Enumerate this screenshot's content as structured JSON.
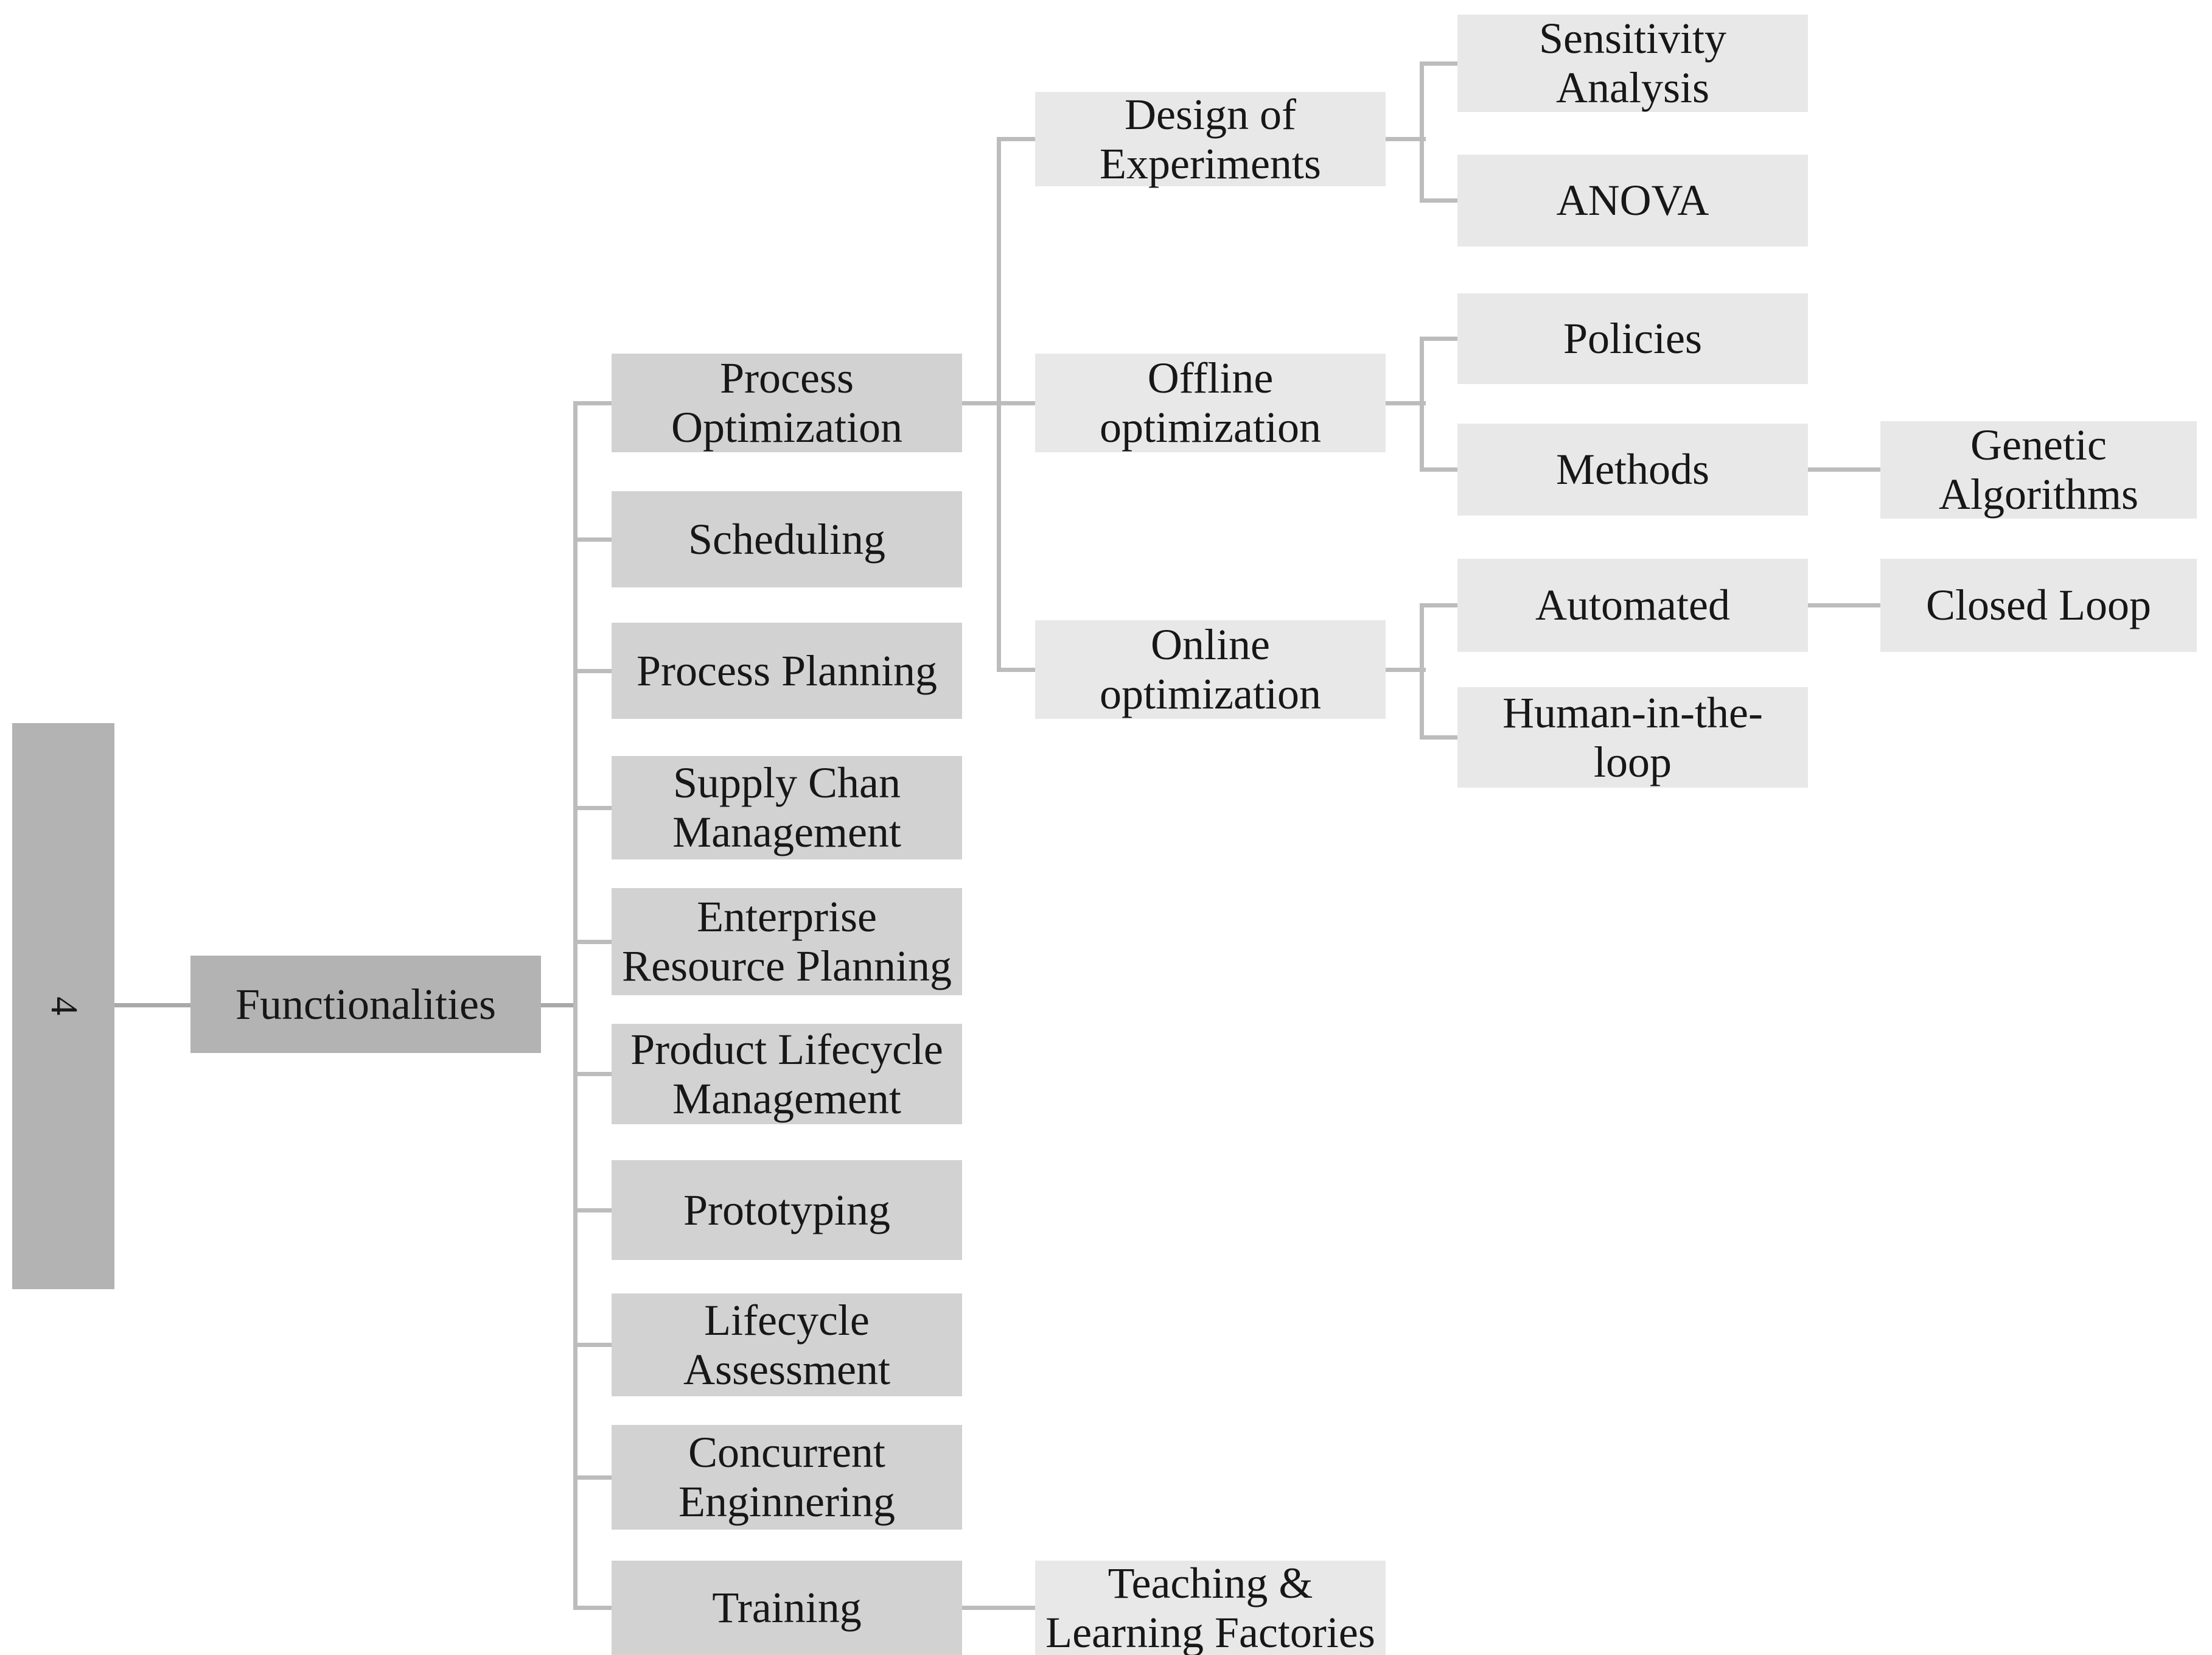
{
  "colors": {
    "level1_fill": "#b3b3b3",
    "level2_fill": "#d2d2d2",
    "level3_fill": "#e8e8e8",
    "connector": "#bcbcbc",
    "text": "#171717",
    "background": "#ffffff"
  },
  "nodes": {
    "root": {
      "label": "4",
      "children": [
        "functionalities"
      ]
    },
    "functionalities": {
      "label": "Functionalities",
      "children": [
        "process_optimization",
        "scheduling",
        "process_planning",
        "supply_chain_management",
        "enterprise_resource_planning",
        "product_lifecycle_management",
        "prototyping",
        "lifecycle_assessment",
        "concurrent_engineering",
        "training"
      ]
    },
    "process_optimization": {
      "label": "Process\nOptimization",
      "children": [
        "design_of_experiments",
        "offline_optimization",
        "online_optimization"
      ]
    },
    "scheduling": {
      "label": "Scheduling",
      "children": []
    },
    "process_planning": {
      "label": "Process Planning",
      "children": []
    },
    "supply_chain_management": {
      "label": "Supply Chan\nManagement",
      "children": []
    },
    "enterprise_resource_planning": {
      "label": "Enterprise\nResource Planning",
      "children": []
    },
    "product_lifecycle_management": {
      "label": "Product Lifecycle\nManagement",
      "children": []
    },
    "prototyping": {
      "label": "Prototyping",
      "children": []
    },
    "lifecycle_assessment": {
      "label": "Lifecycle\nAssessment",
      "children": []
    },
    "concurrent_engineering": {
      "label": "Concurrent\nEnginnering",
      "children": []
    },
    "training": {
      "label": "Training",
      "children": [
        "teaching_learning_factories"
      ]
    },
    "design_of_experiments": {
      "label": "Design of\nExperiments",
      "children": [
        "sensitivity_analysis",
        "anova"
      ]
    },
    "offline_optimization": {
      "label": "Offline\noptimization",
      "children": [
        "policies",
        "methods"
      ]
    },
    "online_optimization": {
      "label": "Online\noptimization",
      "children": [
        "automated",
        "human_in_the_loop"
      ]
    },
    "teaching_learning_factories": {
      "label": "Teaching &\nLearning Factories",
      "children": []
    },
    "sensitivity_analysis": {
      "label": "Sensitivity\nAnalysis",
      "children": []
    },
    "anova": {
      "label": "ANOVA",
      "children": []
    },
    "policies": {
      "label": "Policies",
      "children": []
    },
    "methods": {
      "label": "Methods",
      "children": [
        "genetic_algorithms"
      ]
    },
    "automated": {
      "label": "Automated",
      "children": [
        "closed_loop"
      ]
    },
    "human_in_the_loop": {
      "label": "Human-in-the-\nloop",
      "children": []
    },
    "genetic_algorithms": {
      "label": "Genetic\nAlgorithms",
      "children": []
    },
    "closed_loop": {
      "label": "Closed Loop",
      "children": []
    }
  }
}
